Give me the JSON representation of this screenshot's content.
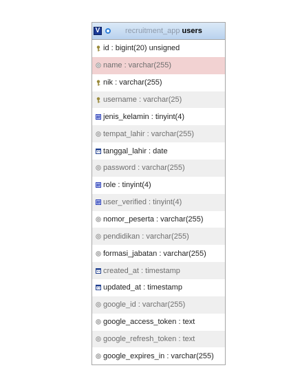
{
  "table": {
    "toggle_label": "V",
    "database": "recruitment_app",
    "name": "users",
    "columns": [
      {
        "text": "id : bigint(20) unsigned",
        "icon": "key-icon",
        "muted": false,
        "highlight": false
      },
      {
        "text": "name : varchar(255)",
        "icon": "string-column-icon",
        "muted": true,
        "highlight": true
      },
      {
        "text": "nik : varchar(255)",
        "icon": "key-icon",
        "muted": false,
        "highlight": false
      },
      {
        "text": "username : varchar(25)",
        "icon": "key-icon",
        "muted": true,
        "highlight": false
      },
      {
        "text": "jenis_kelamin : tinyint(4)",
        "icon": "numeric-column-icon",
        "muted": false,
        "highlight": false
      },
      {
        "text": "tempat_lahir : varchar(255)",
        "icon": "string-column-icon",
        "muted": true,
        "highlight": false
      },
      {
        "text": "tanggal_lahir : date",
        "icon": "date-column-icon",
        "muted": false,
        "highlight": false
      },
      {
        "text": "password : varchar(255)",
        "icon": "string-column-icon",
        "muted": true,
        "highlight": false
      },
      {
        "text": "role : tinyint(4)",
        "icon": "numeric-column-icon",
        "muted": false,
        "highlight": false
      },
      {
        "text": "user_verified : tinyint(4)",
        "icon": "numeric-column-icon",
        "muted": true,
        "highlight": false
      },
      {
        "text": "nomor_peserta : varchar(255)",
        "icon": "string-column-icon",
        "muted": false,
        "highlight": false
      },
      {
        "text": "pendidikan : varchar(255)",
        "icon": "string-column-icon",
        "muted": true,
        "highlight": false
      },
      {
        "text": "formasi_jabatan : varchar(255)",
        "icon": "string-column-icon",
        "muted": false,
        "highlight": false
      },
      {
        "text": "created_at : timestamp",
        "icon": "date-column-icon",
        "muted": true,
        "highlight": false
      },
      {
        "text": "updated_at : timestamp",
        "icon": "date-column-icon",
        "muted": false,
        "highlight": false
      },
      {
        "text": "google_id : varchar(255)",
        "icon": "string-column-icon",
        "muted": true,
        "highlight": false
      },
      {
        "text": "google_access_token : text",
        "icon": "string-column-icon",
        "muted": false,
        "highlight": false
      },
      {
        "text": "google_refresh_token : text",
        "icon": "string-column-icon",
        "muted": true,
        "highlight": false
      },
      {
        "text": "google_expires_in : varchar(255)",
        "icon": "string-column-icon",
        "muted": false,
        "highlight": false
      }
    ]
  },
  "colors": {
    "header_gradient_top": "#dbe9f7",
    "header_gradient_bottom": "#b9d2ee",
    "row_alt": "#efefef",
    "row_highlight": "#f2d2d2",
    "key_icon": "#9a8a3a",
    "numeric_icon": "#2b3fb8",
    "date_icon": "#1f3f8f",
    "string_icon": "#8c8c8c"
  }
}
